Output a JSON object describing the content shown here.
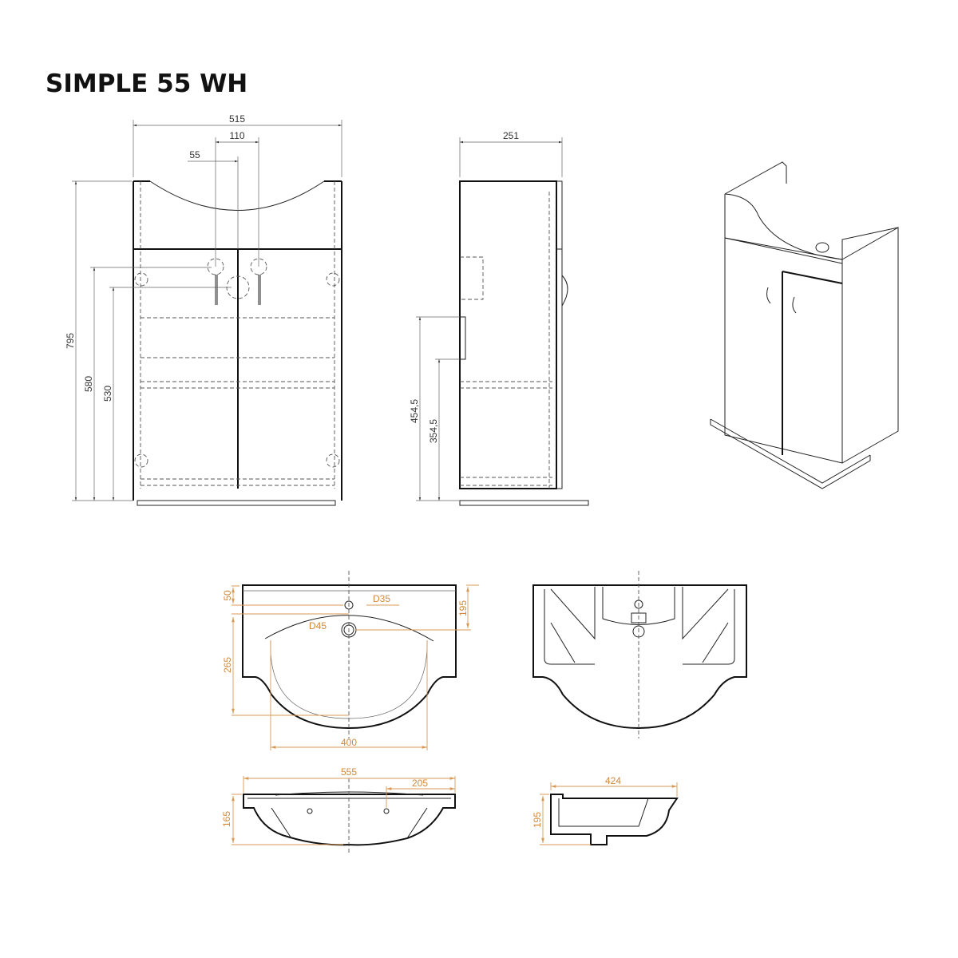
{
  "title": "SIMPLE 55 WH",
  "colors": {
    "line": "#222222",
    "dimension_orange": "#d0883c"
  },
  "front_view": {
    "width": "515",
    "tap_spacing": "110",
    "tap_offset": "55",
    "height": "795",
    "tap_height": "580",
    "drain_height": "530"
  },
  "side_view": {
    "depth": "251",
    "height_upper": "454,5",
    "height_lower": "354,5"
  },
  "basin_top_view": {
    "top_offset": "50",
    "tap_hole": "D35",
    "overflow_depth": "195",
    "drain_hole": "D45",
    "bowl_depth": "265",
    "bowl_width": "400"
  },
  "basin_front_view": {
    "width": "555",
    "half_width": "205",
    "height": "165"
  },
  "basin_side_view": {
    "depth": "424",
    "height": "195"
  }
}
